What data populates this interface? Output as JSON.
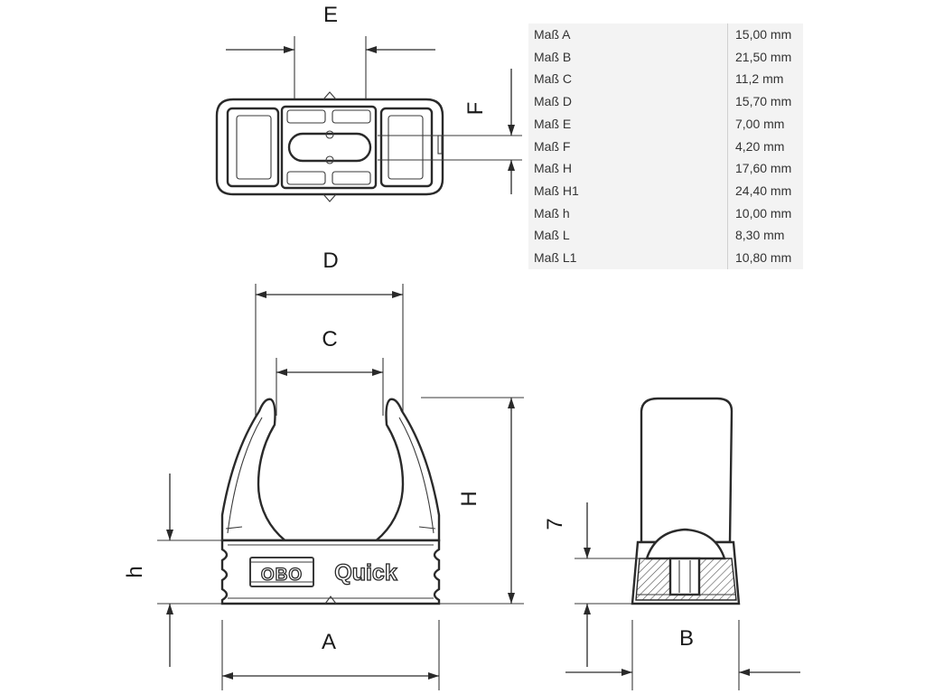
{
  "diagram": {
    "labels": {
      "E": "E",
      "F": "F",
      "D": "D",
      "C": "C",
      "H": "H",
      "h": "h",
      "A": "A",
      "seven": "7",
      "B": "B"
    },
    "marking": {
      "brand": "OBO",
      "product": "Quick"
    }
  },
  "spec_table": {
    "rows": [
      {
        "key": "Maß A",
        "value": "15,00 mm"
      },
      {
        "key": "Maß B",
        "value": "21,50 mm"
      },
      {
        "key": "Maß C",
        "value": "11,2 mm"
      },
      {
        "key": "Maß D",
        "value": "15,70 mm"
      },
      {
        "key": "Maß E",
        "value": "7,00 mm"
      },
      {
        "key": "Maß F",
        "value": "4,20 mm"
      },
      {
        "key": "Maß H",
        "value": "17,60 mm"
      },
      {
        "key": "Maß H1",
        "value": "24,40 mm"
      },
      {
        "key": "Maß h",
        "value": "10,00 mm"
      },
      {
        "key": "Maß L",
        "value": "8,30 mm"
      },
      {
        "key": "Maß L1",
        "value": "10,80 mm"
      }
    ]
  }
}
